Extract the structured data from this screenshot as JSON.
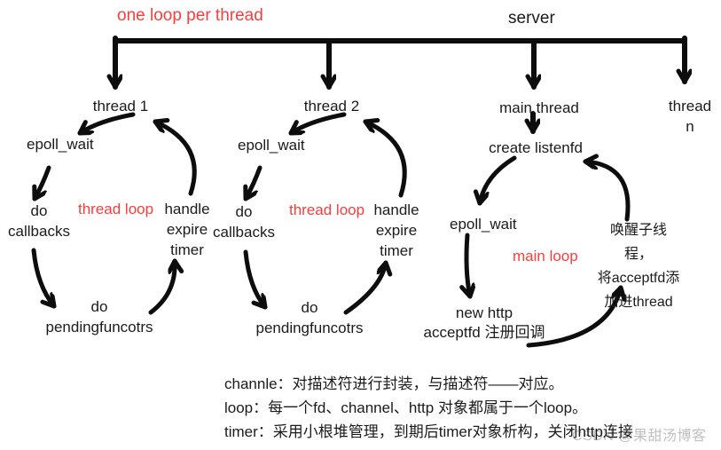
{
  "title": "one loop per thread",
  "server_label": "server",
  "thread_n_label": "thread n",
  "colors": {
    "accent_red": "#fb3d3d",
    "ink": "#1b1b1b",
    "watermark_gray": "#9a9a9a"
  },
  "thread_loops": [
    {
      "thread": "thread 1",
      "loop_label": "thread loop",
      "epoll": "epoll_wait",
      "callbacks": "do\ncallbacks",
      "handle_timer": "handle\nexpire\ntimer",
      "pending": "do\npendingfuncotrs"
    },
    {
      "thread": "thread 2",
      "loop_label": "thread loop",
      "epoll": "epoll_wait",
      "callbacks": "do\ncallbacks",
      "handle_timer": "handle\nexpire\ntimer",
      "pending": "do\npendingfuncotrs"
    }
  ],
  "main_loop": {
    "thread": "main thread",
    "create": "create listenfd",
    "epoll": "epoll_wait",
    "loop_label": "main loop",
    "accept": "new http\nacceptfd  注册回调",
    "wake": "唤醒子线程，\n将acceptfd添\n加进thread"
  },
  "notes": [
    "channle：对描述符进行封装，与描述符——对应。",
    "loop：每一个fd、channel、http 对象都属于一个loop。",
    "timer：采用小根堆管理，到期后timer对象析构，关闭http连接"
  ],
  "watermark": "CSDN @果甜汤博客",
  "icon_names": [
    "arrow-icon"
  ]
}
